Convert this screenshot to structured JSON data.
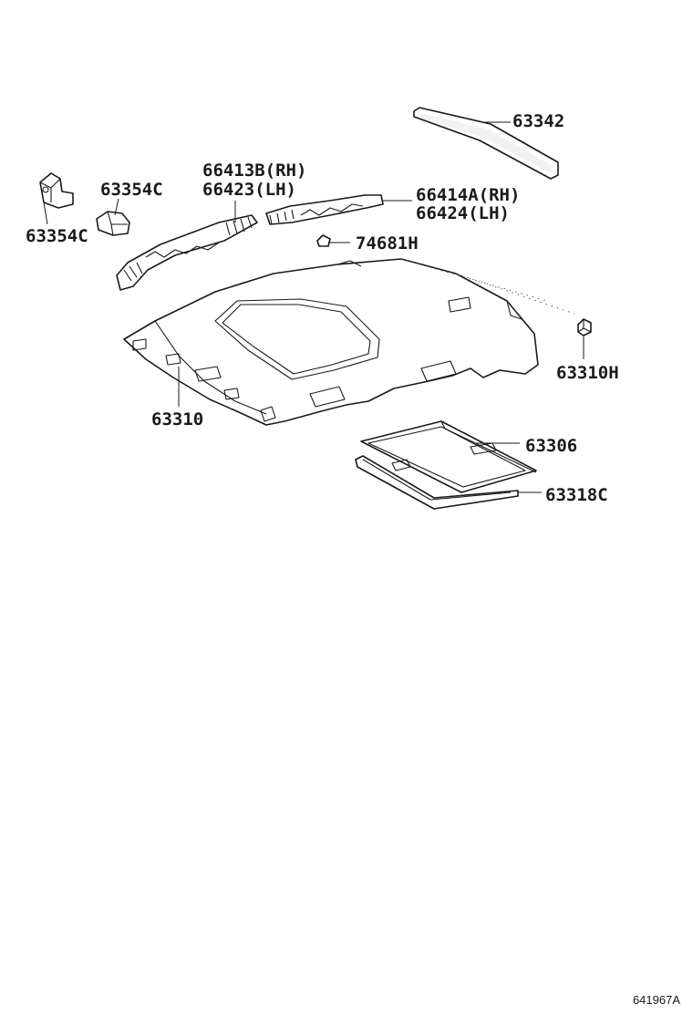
{
  "callouts": {
    "p63342": "63342",
    "p66413b": "66413B(RH)",
    "p66423": "66423(LH)",
    "p63354c_upper": "63354C",
    "p63354c_lower": "63354C",
    "p66414a": "66414A(RH)",
    "p66424": "66424(LH)",
    "p74681h": "74681H",
    "p63310h": "63310H",
    "p63310": "63310",
    "p63306": "63306",
    "p63318c": "63318C"
  },
  "reference_code": "641967A"
}
